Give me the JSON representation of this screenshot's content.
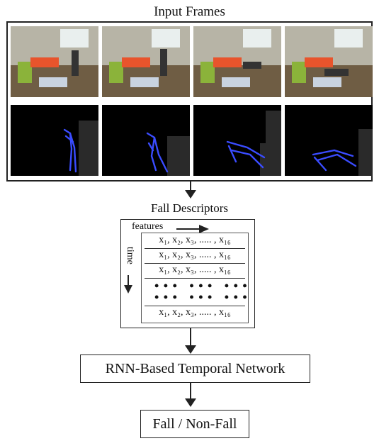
{
  "input_title": "Input Frames",
  "descriptors_title": "Fall Descriptors",
  "features_label": "features",
  "time_label": "time",
  "rows": [
    "x₁, x₂, x₃, ..... , x₁₆",
    "x₁, x₂, x₃, ..... , x₁₆",
    "x₁, x₂, x₃, ..... , x₁₆",
    "x₁, x₂, x₃, ..... , x₁₆"
  ],
  "rnn_label": "RNN-Based Temporal Network",
  "output_label": "Fall / Non-Fall",
  "colors": {
    "skeleton": "#3a4cff",
    "depth_bg": "#000000",
    "line": "#222222"
  }
}
